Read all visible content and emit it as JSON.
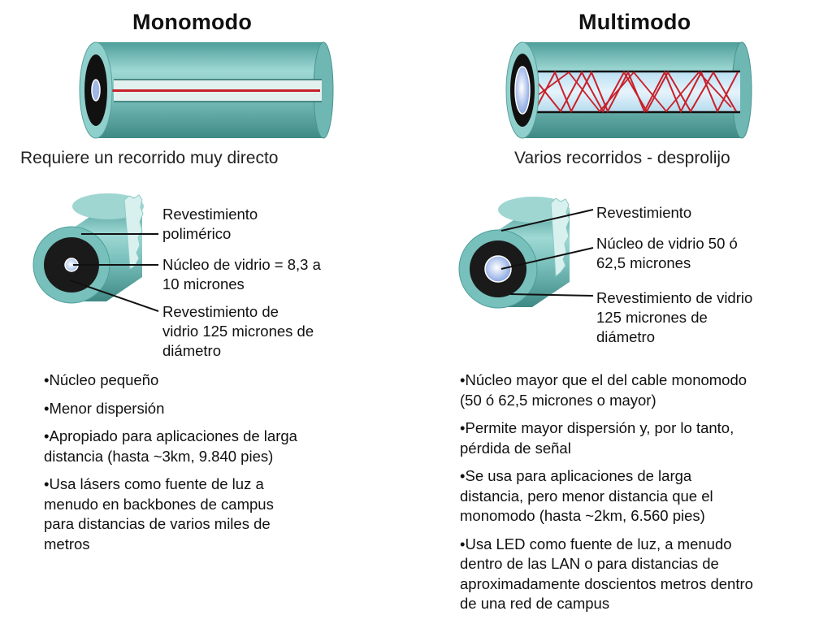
{
  "single_mode": {
    "title": "Monomodo",
    "caption": "Requiere un recorrido muy directo",
    "labels": {
      "coating_1": "Revestimiento",
      "coating_2": "polimérico",
      "core_1": "Núcleo de vidrio = 8,3 a",
      "core_2": "10 micrones",
      "cladding_1": "Revestimiento de",
      "cladding_2": "vidrio 125 micrones de",
      "cladding_3": "diámetro"
    },
    "bullets": [
      [
        "Núcleo pequeño"
      ],
      [
        "Menor dispersión"
      ],
      [
        "Apropiado para aplicaciones de larga",
        "distancia (hasta ~3km, 9.840 pies)"
      ],
      [
        "Usa lásers como fuente de luz a",
        "menudo en backbones de campus",
        "para distancias de varios miles de",
        "metros"
      ]
    ]
  },
  "multi_mode": {
    "title": "Multimodo",
    "caption": "Varios recorridos - desprolijo",
    "labels": {
      "coating_1": "Revestimiento",
      "core_1": "Núcleo de vidrio 50 ó",
      "core_2": "62,5 micrones",
      "cladding_1": "Revestimiento de vidrio",
      "cladding_2": "125 micrones de",
      "cladding_3": "diámetro"
    },
    "bullets": [
      [
        "Núcleo mayor que el del cable monomodo",
        "(50 ó 62,5 micrones o mayor)"
      ],
      [
        "Permite mayor dispersión y, por lo tanto,",
        "pérdida de señal"
      ],
      [
        "Se usa para aplicaciones de larga",
        "distancia, pero menor distancia que el",
        "monomodo (hasta ~2km,  6.560 pies)"
      ],
      [
        "Usa LED como fuente de luz, a menudo",
        "dentro de las LAN o para distancias de",
        "aproximadamente doscientos metros dentro",
        "de una red de campus"
      ]
    ]
  },
  "colors": {
    "jacket": "#7fc4c0",
    "jacket_dark": "#3f8f8b",
    "light_ray": "#c8202a",
    "core_glass": "#cfe3f5"
  }
}
